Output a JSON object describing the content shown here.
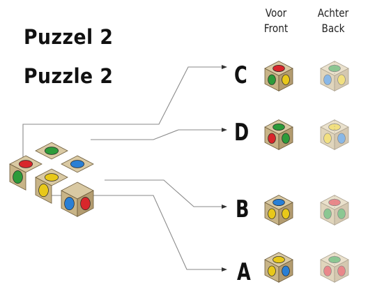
{
  "title": {
    "line1": "Puzzel 2",
    "line2": "Puzzle 2"
  },
  "headers": {
    "front": {
      "line1": "Voor",
      "line2": "Front"
    },
    "back": {
      "line1": "Achter",
      "line2": "Back"
    }
  },
  "options": [
    {
      "letter": "C",
      "front": {
        "top": "red",
        "left": "green",
        "right": "yellow"
      },
      "back": {
        "top": "green",
        "left": "blue",
        "right": "yellow"
      }
    },
    {
      "letter": "D",
      "front": {
        "top": "green",
        "left": "red",
        "right": "green"
      },
      "back": {
        "top": "yellow",
        "left": "yellow",
        "right": "blue"
      }
    },
    {
      "letter": "B",
      "front": {
        "top": "blue",
        "left": "yellow",
        "right": "yellow"
      },
      "back": {
        "top": "red",
        "left": "green",
        "right": "green"
      }
    },
    {
      "letter": "A",
      "front": {
        "top": "yellow",
        "left": "yellow",
        "right": "blue"
      },
      "back": {
        "top": "green",
        "left": "red",
        "right": "red"
      }
    }
  ],
  "puzzle_block": {
    "top_row_back": [
      "green",
      "blue"
    ],
    "top_row_front": [
      "red",
      "yellow"
    ],
    "front_faces": [
      "green",
      "yellow",
      "blue"
    ],
    "right_face": "red"
  },
  "colors": {
    "red": "#d8262b",
    "green": "#2d9b3a",
    "blue": "#2a7fd4",
    "yellow": "#e8c81a",
    "wood_top": "#d9c9a3",
    "wood_left": "#c8b487",
    "wood_right": "#b39c70"
  }
}
